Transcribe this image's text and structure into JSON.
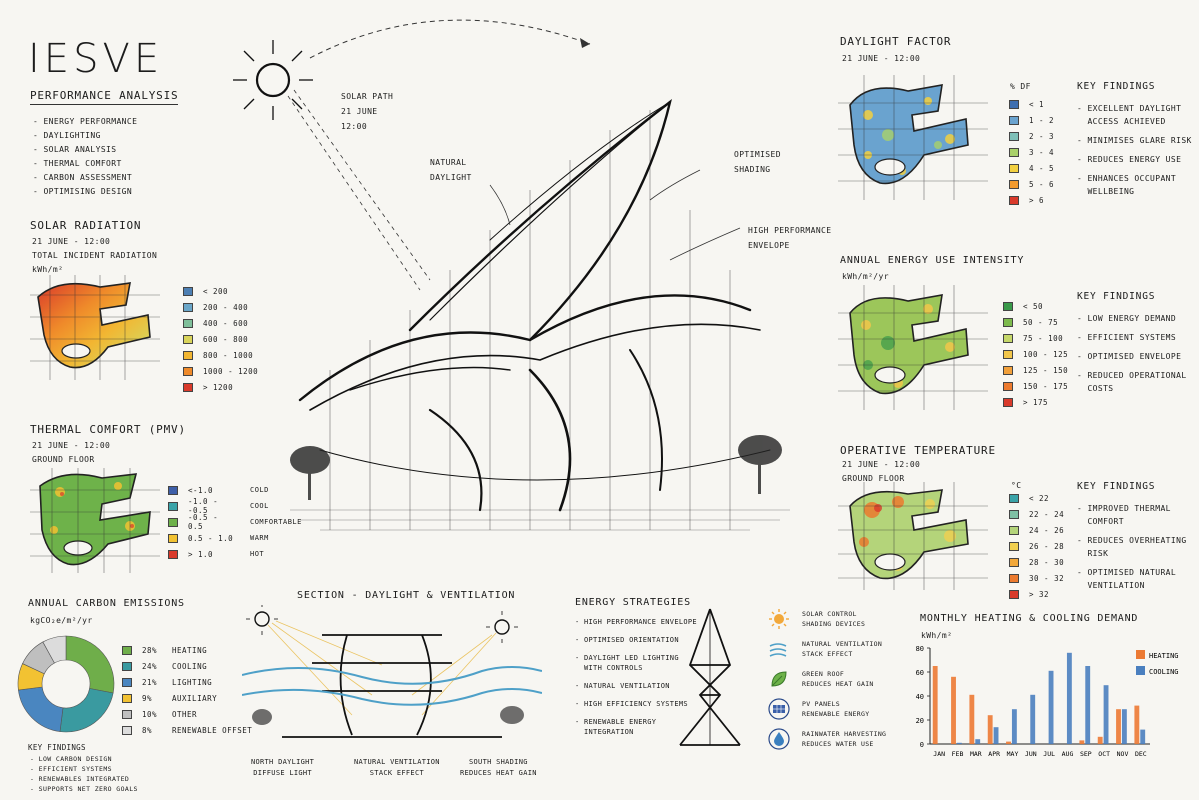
{
  "brand": {
    "title": "IESVE",
    "subtitle": "PERFORMANCE ANALYSIS"
  },
  "analysis_list": [
    "ENERGY PERFORMANCE",
    "DAYLIGHTING",
    "SOLAR ANALYSIS",
    "THERMAL COMFORT",
    "CARBON ASSESSMENT",
    "OPTIMISING DESIGN"
  ],
  "solar_radiation": {
    "title": "SOLAR RADIATION",
    "date": "21 JUNE - 12:00",
    "desc": "TOTAL INCIDENT RADIATION",
    "unit": "kWh/m²",
    "legend": [
      {
        "label": "< 200",
        "color": "#4d7fb3"
      },
      {
        "label": "200 - 400",
        "color": "#6aa6c8"
      },
      {
        "label": "400 - 600",
        "color": "#7fbf9a"
      },
      {
        "label": "600 - 800",
        "color": "#d9d45a"
      },
      {
        "label": "800 - 1000",
        "color": "#f2b632"
      },
      {
        "label": "1000 - 1200",
        "color": "#ef8a2a"
      },
      {
        "label": "> 1200",
        "color": "#d93a2b"
      }
    ]
  },
  "thermal_comfort": {
    "title": "THERMAL COMFORT (PMV)",
    "date": "21 JUNE - 12:00",
    "desc": "GROUND FLOOR",
    "legend": [
      {
        "label": "<-1.0",
        "desc": "COLD",
        "color": "#3e5fa8"
      },
      {
        "label": "-1.0 - -0.5",
        "desc": "COOL",
        "color": "#3aa3a8"
      },
      {
        "label": "-0.5 - 0.5",
        "desc": "COMFORTABLE",
        "color": "#6eb24a"
      },
      {
        "label": "0.5 - 1.0",
        "desc": "WARM",
        "color": "#f2c232"
      },
      {
        "label": "> 1.0",
        "desc": "HOT",
        "color": "#d93a2b"
      }
    ]
  },
  "solar_path": {
    "label": "SOLAR PATH",
    "date": "21 JUNE",
    "time": "12:00"
  },
  "annotations": {
    "natural_daylight": [
      "NATURAL",
      "DAYLIGHT"
    ],
    "optimised_shading": [
      "OPTIMISED",
      "SHADING"
    ],
    "high_performance": [
      "HIGH PERFORMANCE",
      "ENVELOPE"
    ]
  },
  "daylight_factor": {
    "title": "DAYLIGHT FACTOR",
    "date": "21 JUNE - 12:00",
    "unit": "% DF",
    "legend": [
      {
        "label": "< 1",
        "color": "#3f6fb0"
      },
      {
        "label": "1 - 2",
        "color": "#6aa3cf"
      },
      {
        "label": "2 - 3",
        "color": "#7ec0b8"
      },
      {
        "label": "3 - 4",
        "color": "#a9d16a"
      },
      {
        "label": "4 - 5",
        "color": "#f2d040"
      },
      {
        "label": "5 - 6",
        "color": "#f29a2e"
      },
      {
        "label": "> 6",
        "color": "#d93a2b"
      }
    ],
    "findings_title": "KEY FINDINGS",
    "findings": [
      [
        "EXCELLENT DAYLIGHT",
        "ACCESS ACHIEVED"
      ],
      [
        "MINIMISES GLARE RISK"
      ],
      [
        "REDUCES ENERGY USE"
      ],
      [
        "ENHANCES OCCUPANT",
        "WELLBEING"
      ]
    ]
  },
  "energy_intensity": {
    "title": "ANNUAL ENERGY USE INTENSITY",
    "unit": "kWh/m²/yr",
    "legend": [
      {
        "label": "< 50",
        "color": "#3a9a4a"
      },
      {
        "label": "50 - 75",
        "color": "#7dbb4d"
      },
      {
        "label": "75 - 100",
        "color": "#c6d86a"
      },
      {
        "label": "100 - 125",
        "color": "#f2c64a"
      },
      {
        "label": "125 - 150",
        "color": "#f2a03a"
      },
      {
        "label": "150 - 175",
        "color": "#ec7a2e"
      },
      {
        "label": "> 175",
        "color": "#d93a2b"
      }
    ],
    "findings_title": "KEY FINDINGS",
    "findings": [
      [
        "LOW ENERGY DEMAND"
      ],
      [
        "EFFICIENT SYSTEMS"
      ],
      [
        "OPTIMISED ENVELOPE"
      ],
      [
        "REDUCED OPERATIONAL",
        "COSTS"
      ]
    ]
  },
  "operative_temp": {
    "title": "OPERATIVE TEMPERATURE",
    "date": "21 JUNE - 12:00",
    "desc": "GROUND FLOOR",
    "unit": "°C",
    "legend": [
      {
        "label": "< 22",
        "color": "#3aa3a8"
      },
      {
        "label": "22 - 24",
        "color": "#7fc0a4"
      },
      {
        "label": "24 - 26",
        "color": "#b4d47a"
      },
      {
        "label": "26 - 28",
        "color": "#f2d050"
      },
      {
        "label": "28 - 30",
        "color": "#f2a83a"
      },
      {
        "label": "30 - 32",
        "color": "#ec7a2e"
      },
      {
        "label": "> 32",
        "color": "#d93a2b"
      }
    ],
    "findings_title": "KEY FINDINGS",
    "findings": [
      [
        "IMPROVED THERMAL",
        "COMFORT"
      ],
      [
        "REDUCES OVERHEATING",
        "RISK"
      ],
      [
        "OPTIMISED NATURAL",
        "VENTILATION"
      ]
    ]
  },
  "carbon": {
    "title": "ANNUAL CARBON EMISSIONS",
    "unit": "kgCO₂e/m²/yr",
    "legend": [
      {
        "pct": "28%",
        "label": "HEATING",
        "value": 28,
        "color": "#6fae4a"
      },
      {
        "pct": "24%",
        "label": "COOLING",
        "value": 24,
        "color": "#3a9aa0"
      },
      {
        "pct": "21%",
        "label": "LIGHTING",
        "value": 21,
        "color": "#4a86c0"
      },
      {
        "pct": "9%",
        "label": "AUXILIARY",
        "value": 9,
        "color": "#f2c232"
      },
      {
        "pct": "10%",
        "label": "OTHER",
        "value": 10,
        "color": "#bfbfbf"
      },
      {
        "pct": "8%",
        "label": "RENEWABLE OFFSET",
        "value": 8,
        "color": "#dcdcdc"
      }
    ],
    "findings_title": "KEY FINDINGS",
    "findings": [
      "LOW CARBON DESIGN",
      "EFFICIENT SYSTEMS",
      "RENEWABLES INTEGRATED",
      "SUPPORTS NET ZERO GOALS"
    ]
  },
  "section": {
    "title": "SECTION - DAYLIGHT & VENTILATION",
    "captions": [
      [
        "NORTH DAYLIGHT",
        "DIFFUSE LIGHT"
      ],
      [
        "NATURAL VENTILATION",
        "STACK EFFECT"
      ],
      [
        "SOUTH SHADING",
        "REDUCES HEAT GAIN"
      ]
    ]
  },
  "strategies": {
    "title": "ENERGY STRATEGIES",
    "items": [
      [
        "HIGH PERFORMANCE ENVELOPE"
      ],
      [
        "OPTIMISED ORIENTATION"
      ],
      [
        "DAYLIGHT LED LIGHTING",
        "WITH CONTROLS"
      ],
      [
        "NATURAL VENTILATION"
      ],
      [
        "HIGH EFFICIENCY SYSTEMS"
      ],
      [
        "RENEWABLE ENERGY",
        "INTEGRATION"
      ]
    ],
    "icons": [
      {
        "icon": "sun-icon",
        "lines": [
          "SOLAR CONTROL",
          "SHADING DEVICES"
        ]
      },
      {
        "icon": "wind-icon",
        "lines": [
          "NATURAL VENTILATION",
          "STACK EFFECT"
        ]
      },
      {
        "icon": "leaf-icon",
        "lines": [
          "GREEN ROOF",
          "REDUCES HEAT GAIN"
        ]
      },
      {
        "icon": "solar-panel-icon",
        "lines": [
          "PV PANELS",
          "RENEWABLE ENERGY"
        ]
      },
      {
        "icon": "water-drop-icon",
        "lines": [
          "RAINWATER HARVESTING",
          "REDUCES WATER USE"
        ]
      }
    ]
  },
  "chart_data": {
    "type": "bar",
    "title": "MONTHLY HEATING & COOLING DEMAND",
    "ylabel": "kWh/m²",
    "xlabel": "",
    "categories": [
      "JAN",
      "FEB",
      "MAR",
      "APR",
      "MAY",
      "JUN",
      "JUL",
      "AUG",
      "SEP",
      "OCT",
      "NOV",
      "DEC"
    ],
    "ylim": [
      0,
      80
    ],
    "yticks": [
      0,
      20,
      40,
      60,
      80
    ],
    "series": [
      {
        "name": "HEATING",
        "color": "#ec7a34",
        "values": [
          65,
          56,
          41,
          24,
          2,
          0,
          0,
          0,
          3,
          6,
          29,
          32
        ]
      },
      {
        "name": "COOLING",
        "color": "#4a7fbf",
        "values": [
          0,
          1,
          4,
          14,
          29,
          41,
          61,
          76,
          65,
          49,
          29,
          12
        ]
      }
    ],
    "legend": "top-right",
    "grid": false
  }
}
